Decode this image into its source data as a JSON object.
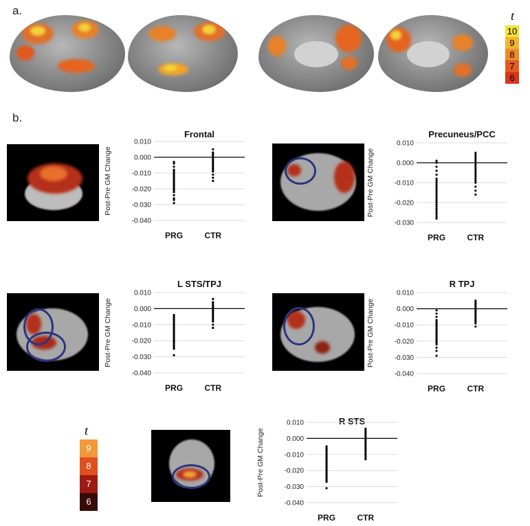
{
  "panel_a": {
    "label": "a."
  },
  "panel_b": {
    "label": "b."
  },
  "colorbar_top": {
    "title": "t",
    "ticks": [
      "10",
      "9",
      "8",
      "7",
      "6"
    ],
    "colors": [
      "#f2e23a",
      "#f5b52a",
      "#f08a25",
      "#e55a1e",
      "#d8351a"
    ]
  },
  "colorbar_bottom": {
    "title": "t",
    "ticks": [
      "9",
      "8",
      "7",
      "6"
    ],
    "colors": [
      "#f29a3a",
      "#e0501f",
      "#9e1a12",
      "#3a0a08"
    ]
  },
  "chart_data": [
    {
      "type": "scatter",
      "title": "Frontal",
      "ylabel": "Post-Pre GM Change",
      "categories": [
        "PRG",
        "CTR"
      ],
      "ylim": [
        -0.04,
        0.01
      ],
      "yticks": [
        "0.010",
        "0.000",
        "-0.010",
        "-0.020",
        "-0.030",
        "-0.040"
      ],
      "series": [
        {
          "values": [
            -0.003,
            -0.004,
            -0.006,
            -0.008,
            -0.009,
            -0.01,
            -0.011,
            -0.012,
            -0.013,
            -0.014,
            -0.015,
            -0.016,
            -0.017,
            -0.018,
            -0.019,
            -0.02,
            -0.021,
            -0.022,
            -0.024,
            -0.026,
            -0.027,
            -0.029
          ]
        },
        {
          "values": [
            0.005,
            0.003,
            0.002,
            0.001,
            0.0,
            -0.001,
            -0.002,
            -0.003,
            -0.004,
            -0.005,
            -0.006,
            -0.007,
            -0.008,
            -0.009,
            -0.011,
            -0.013,
            -0.015
          ]
        }
      ]
    },
    {
      "type": "scatter",
      "title": "Precuneus/PCC",
      "ylabel": "Post-Pre GM Change",
      "categories": [
        "PRG",
        "CTR"
      ],
      "ylim": [
        -0.03,
        0.01
      ],
      "yticks": [
        "0.010",
        "0.000",
        "-0.010",
        "-0.020",
        "-0.030"
      ],
      "series": [
        {
          "values": [
            0.001,
            0.0,
            -0.002,
            -0.004,
            -0.006,
            -0.008,
            -0.009,
            -0.01,
            -0.011,
            -0.012,
            -0.013,
            -0.014,
            -0.015,
            -0.016,
            -0.017,
            -0.018,
            -0.019,
            -0.02,
            -0.021,
            -0.022,
            -0.023,
            -0.024,
            -0.025,
            -0.026,
            -0.027,
            -0.028
          ]
        },
        {
          "values": [
            0.005,
            0.004,
            0.003,
            0.002,
            0.001,
            0.0,
            -0.001,
            -0.002,
            -0.003,
            -0.004,
            -0.005,
            -0.006,
            -0.007,
            -0.008,
            -0.009,
            -0.01,
            -0.012,
            -0.014,
            -0.016
          ]
        }
      ]
    },
    {
      "type": "scatter",
      "title": "L STS/TPJ",
      "ylabel": "Post-Pre GM Change",
      "categories": [
        "PRG",
        "CTR"
      ],
      "ylim": [
        -0.04,
        0.01
      ],
      "yticks": [
        "0.010",
        "0.000",
        "-0.010",
        "-0.020",
        "-0.030",
        "-0.040"
      ],
      "series": [
        {
          "values": [
            -0.004,
            -0.005,
            -0.006,
            -0.007,
            -0.008,
            -0.009,
            -0.01,
            -0.011,
            -0.012,
            -0.013,
            -0.014,
            -0.015,
            -0.016,
            -0.017,
            -0.018,
            -0.019,
            -0.02,
            -0.021,
            -0.022,
            -0.023,
            -0.024,
            -0.025,
            -0.029
          ]
        },
        {
          "values": [
            0.006,
            0.004,
            0.003,
            0.002,
            0.001,
            0.0,
            -0.001,
            -0.002,
            -0.003,
            -0.004,
            -0.005,
            -0.006,
            -0.007,
            -0.008,
            -0.01,
            -0.012
          ]
        }
      ]
    },
    {
      "type": "scatter",
      "title": "R TPJ",
      "ylabel": "Post-Pre GM Change",
      "categories": [
        "PRG",
        "CTR"
      ],
      "ylim": [
        -0.04,
        0.01
      ],
      "yticks": [
        "0.010",
        "0.000",
        "-0.010",
        "-0.020",
        "-0.030",
        "-0.040"
      ],
      "series": [
        {
          "values": [
            -0.001,
            -0.003,
            -0.005,
            -0.007,
            -0.008,
            -0.009,
            -0.01,
            -0.011,
            -0.012,
            -0.013,
            -0.014,
            -0.015,
            -0.016,
            -0.017,
            -0.018,
            -0.019,
            -0.02,
            -0.021,
            -0.022,
            -0.024,
            -0.026,
            -0.029
          ]
        },
        {
          "values": [
            0.005,
            0.004,
            0.003,
            0.002,
            0.001,
            0.0,
            -0.001,
            -0.002,
            -0.003,
            -0.004,
            -0.005,
            -0.006,
            -0.007,
            -0.008,
            -0.009,
            -0.011
          ]
        }
      ]
    },
    {
      "type": "scatter",
      "title": "R STS",
      "ylabel": "Post-Pre GM Change",
      "categories": [
        "PRG",
        "CTR"
      ],
      "ylim": [
        -0.04,
        0.01
      ],
      "yticks": [
        "0.010",
        "0.000",
        "-0.010",
        "-0.020",
        "-0.030",
        "-0.040"
      ],
      "series": [
        {
          "values": [
            -0.005,
            -0.006,
            -0.007,
            -0.008,
            -0.009,
            -0.01,
            -0.011,
            -0.012,
            -0.013,
            -0.014,
            -0.015,
            -0.016,
            -0.017,
            -0.018,
            -0.019,
            -0.02,
            -0.021,
            -0.022,
            -0.023,
            -0.024,
            -0.025,
            -0.026,
            -0.027,
            -0.031
          ]
        },
        {
          "values": [
            0.006,
            0.005,
            0.004,
            0.003,
            0.002,
            0.001,
            0.0,
            -0.001,
            -0.002,
            -0.003,
            -0.004,
            -0.005,
            -0.006,
            -0.007,
            -0.008,
            -0.009,
            -0.01,
            -0.011,
            -0.012,
            -0.013
          ]
        }
      ]
    }
  ]
}
